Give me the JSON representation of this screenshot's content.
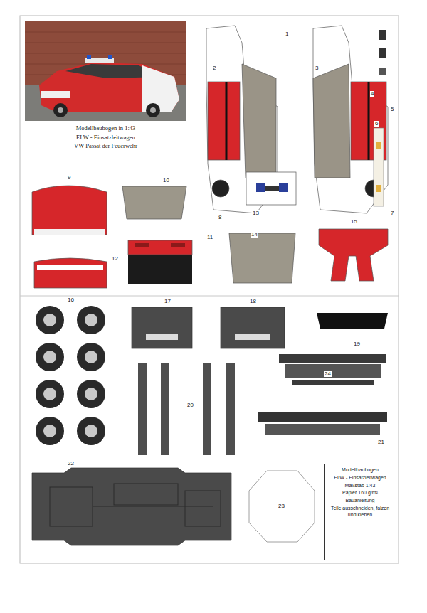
{
  "diagram": {
    "nodes": [
      {
        "text": [
          "Modellbaubogen in 1:43",
          "ELW - Einsatzleitwagen",
          "VW Passat der Feuerwehr"
        ]
      },
      {
        "text": [
          "Modellbaubogen",
          "ELW - Einsatzleitwagen",
          "Maßstab 1:43",
          "Papier 160 g/m²",
          "Bauanleitung",
          "Teile ausschneiden, falzen und kleben"
        ]
      }
    ],
    "labels": [
      "1",
      "2",
      "3",
      "4",
      "5",
      "6",
      "7",
      "8",
      "9",
      "10",
      "11",
      "12",
      "13",
      "14",
      "15",
      "16",
      "17",
      "18",
      "19",
      "20",
      "21",
      "22",
      "23",
      "24"
    ]
  }
}
